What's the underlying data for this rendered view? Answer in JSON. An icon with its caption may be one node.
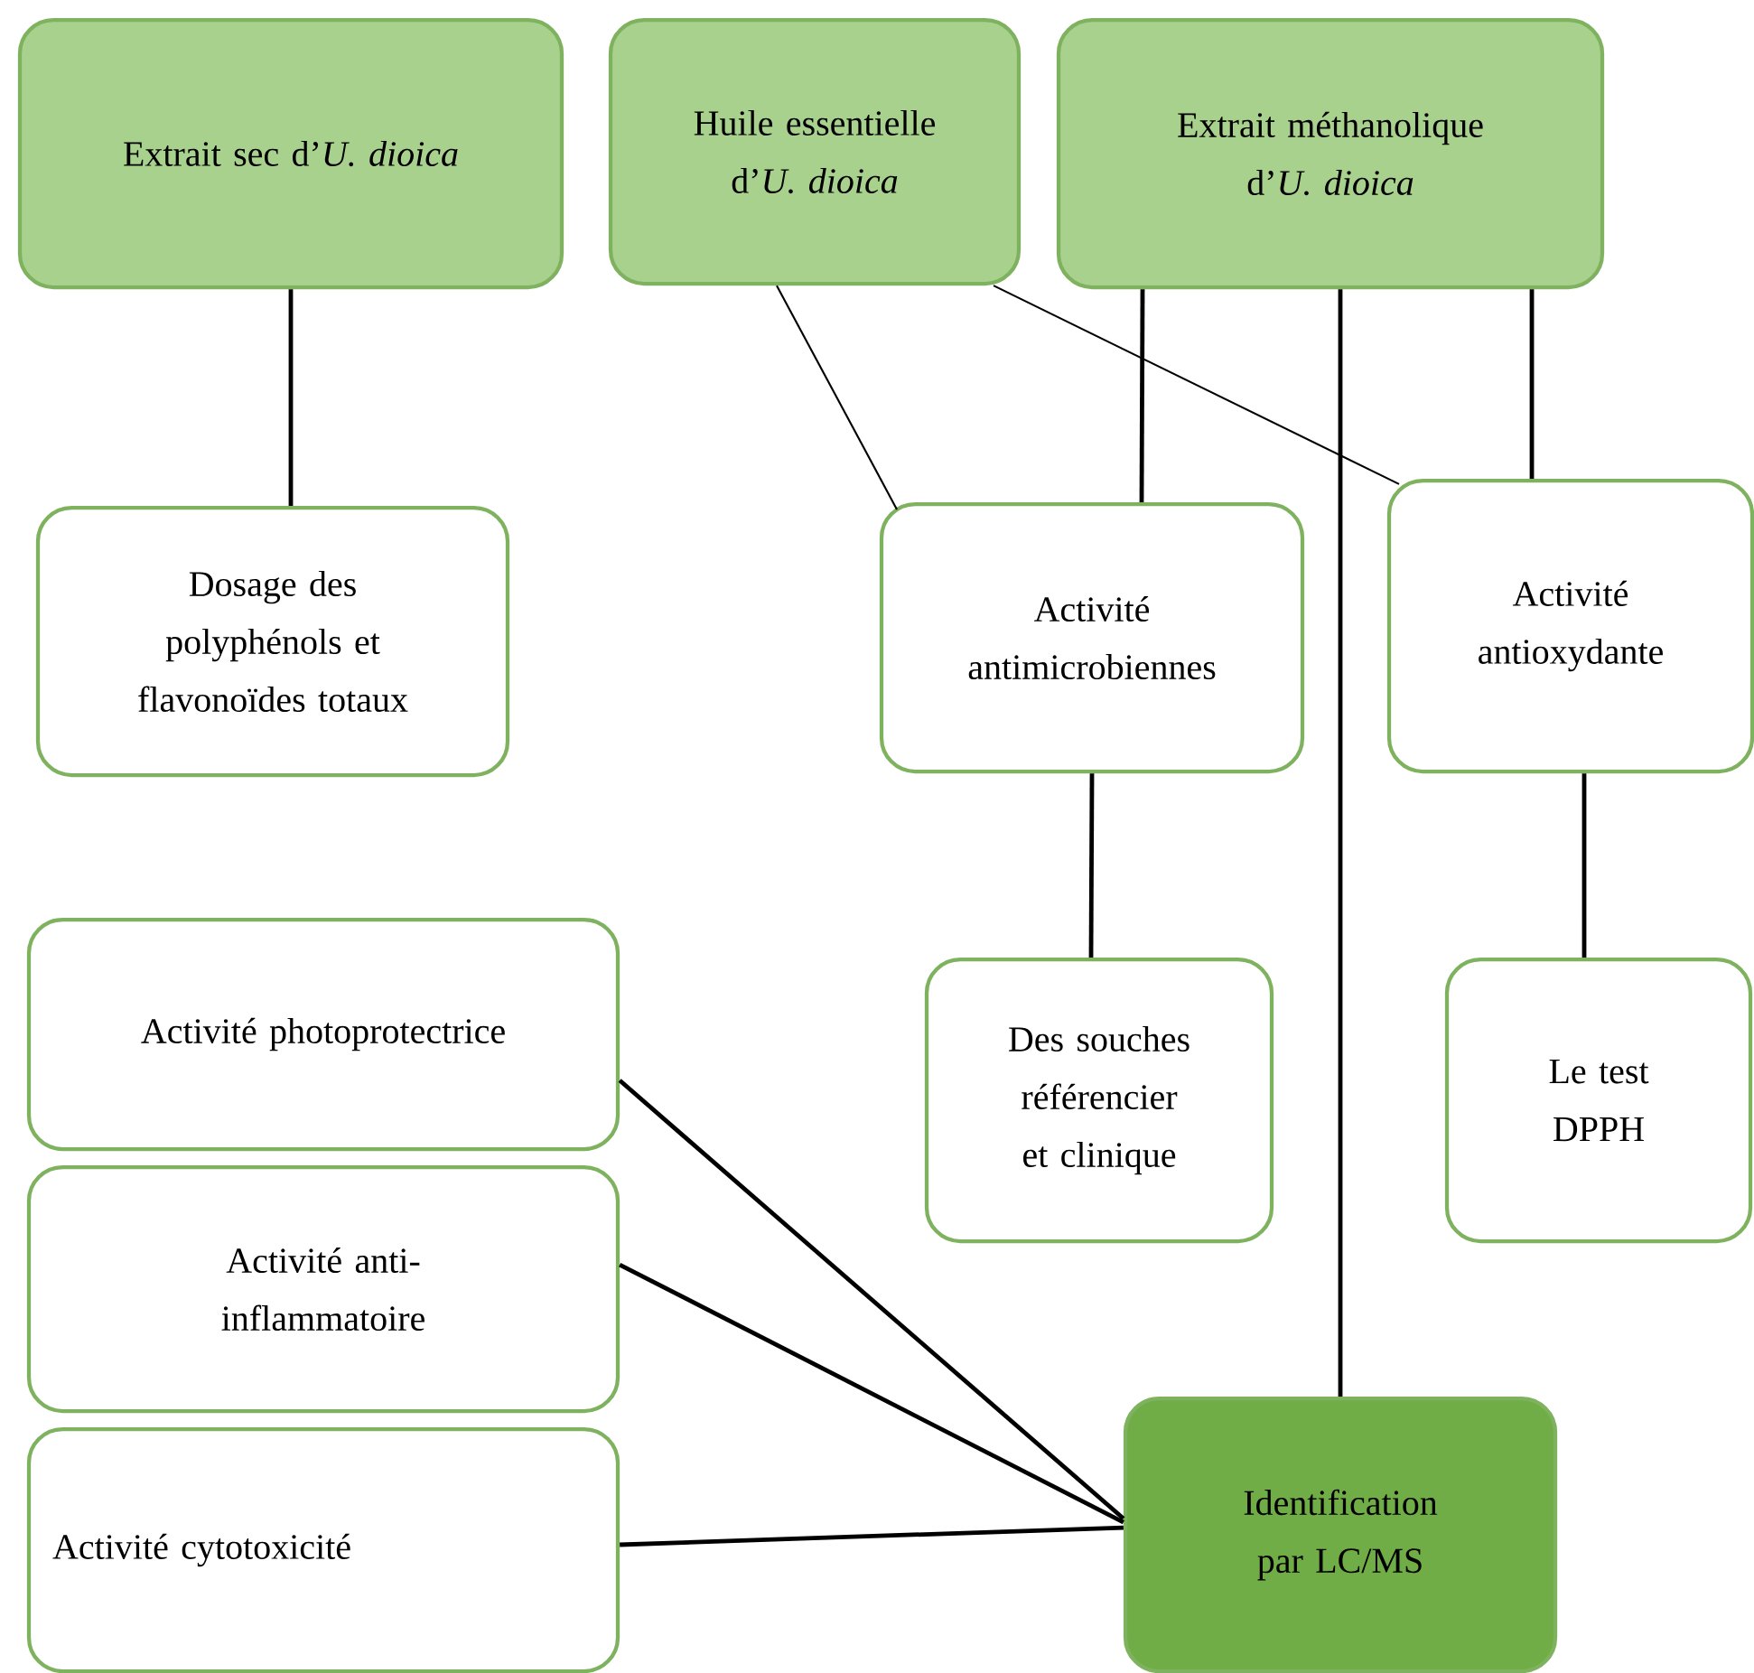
{
  "diagram": {
    "nodes": [
      {
        "text": [
          "Extrait sec d’*U. dioica*"
        ]
      },
      {
        "text": [
          "Huile essentielle d’*U. dioica*"
        ]
      },
      {
        "text": [
          "Extrait méthanolique d’*U. dioica*"
        ]
      },
      {
        "text": [
          "Dosage des polyphénols et flavonoïdes totaux"
        ]
      },
      {
        "text": [
          "Activité antimicrobiennes"
        ]
      },
      {
        "text": [
          "Activité antioxydante"
        ]
      },
      {
        "text": [
          "Des souches référencier et clinique"
        ]
      },
      {
        "text": [
          "Le test DPPH"
        ]
      },
      {
        "text": [
          "Activité photoprotectrice"
        ]
      },
      {
        "text": [
          "Activité anti-inflammatoire"
        ]
      },
      {
        "text": [
          "Activité cytotoxicité"
        ]
      },
      {
        "text": [
          "Identification par LC/MS"
        ]
      }
    ],
    "edges": [
      {
        "from": 0,
        "to": 3,
        "arrow": "none"
      },
      {
        "from": 1,
        "to": 4,
        "arrow": "none"
      },
      {
        "from": 1,
        "to": 5,
        "arrow": "none"
      },
      {
        "from": 2,
        "to": 4,
        "arrow": "none"
      },
      {
        "from": 2,
        "to": 5,
        "arrow": "none"
      },
      {
        "from": 2,
        "to": 11,
        "arrow": "none"
      },
      {
        "from": 4,
        "to": 6,
        "arrow": "none"
      },
      {
        "from": 5,
        "to": 7,
        "arrow": "none"
      },
      {
        "from": 8,
        "to": 11,
        "arrow": "none"
      },
      {
        "from": 9,
        "to": 11,
        "arrow": "none"
      },
      {
        "from": 10,
        "to": 11,
        "arrow": "none"
      }
    ]
  }
}
